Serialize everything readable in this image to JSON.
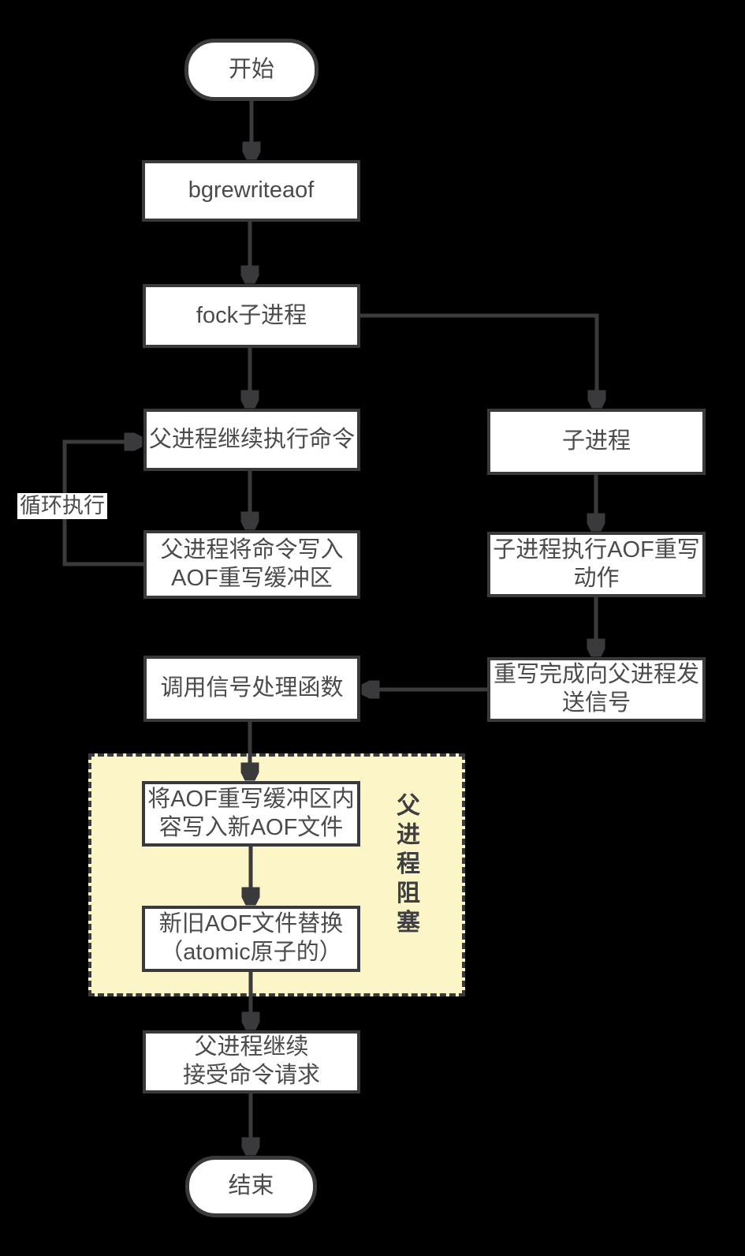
{
  "colors": {
    "background": "#000000",
    "node_fill": "#ffffff",
    "node_border": "#3a3a3c",
    "text": "#4b4b4d",
    "region_fill": "#fbf5c8",
    "region_border": "#3a3a3c"
  },
  "nodes": {
    "start": {
      "label": "开始"
    },
    "bgrewriteaof": {
      "label": "bgrewriteaof"
    },
    "fork": {
      "label": "fock子进程"
    },
    "parent_continue": {
      "label": "父进程继续执行命令"
    },
    "parent_write_buffer": {
      "label": "父进程将命令写入\nAOF重写缓冲区"
    },
    "child": {
      "label": "子进程"
    },
    "child_rewrite": {
      "label": "子进程执行AOF重写\n动作"
    },
    "rewrite_signal": {
      "label": "重写完成向父进程发\n送信号"
    },
    "call_signal_handler": {
      "label": "调用信号处理函数"
    },
    "write_new_aof": {
      "label": "将AOF重写缓冲区内\n容写入新AOF文件"
    },
    "replace_aof": {
      "label": "新旧AOF文件替换\n（atomic原子的）"
    },
    "parent_accept": {
      "label": "父进程继续\n接受命令请求"
    },
    "end": {
      "label": "结束"
    }
  },
  "edge_labels": {
    "loop": "循环执行"
  },
  "region": {
    "label": "父进程阻塞"
  }
}
